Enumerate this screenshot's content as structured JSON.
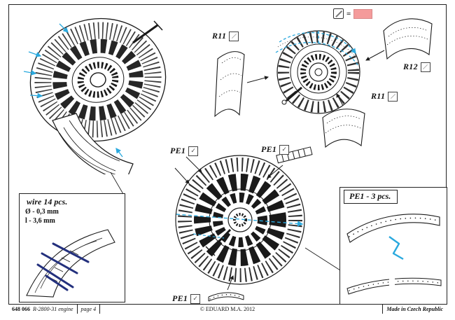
{
  "legend": {
    "equals_sign": "=",
    "swatch_color": "#f49b9b"
  },
  "icons": {
    "check_mark": "✓"
  },
  "callouts": {
    "r11_top": {
      "label": "R11"
    },
    "r12": {
      "label": "R12"
    },
    "r11_mid": {
      "label": "R11"
    },
    "pe1_left": {
      "label": "PE1"
    },
    "pe1_right": {
      "label": "PE1"
    },
    "pe1_bottom": {
      "label": "PE1"
    }
  },
  "detail_boxes": {
    "wire_box": {
      "title": "wire 14 pcs.",
      "diameter": "Ø - 0,3 mm",
      "length": "l - 3,6 mm"
    },
    "pe1_box": {
      "title": "PE1 - 3 pcs."
    }
  },
  "footer": {
    "catalog_number": "648 066",
    "product_name": "R-2800-31 engine",
    "page_label": "page 4",
    "copyright": "© EDUARD  M.A. 2012",
    "made_in": "Made in Czech Republic"
  },
  "colors": {
    "highlight_cyan": "#2aa9de",
    "wire_blue": "#23307d",
    "swatch_pink": "#f49b9b",
    "line_black": "#1a1a1a"
  }
}
